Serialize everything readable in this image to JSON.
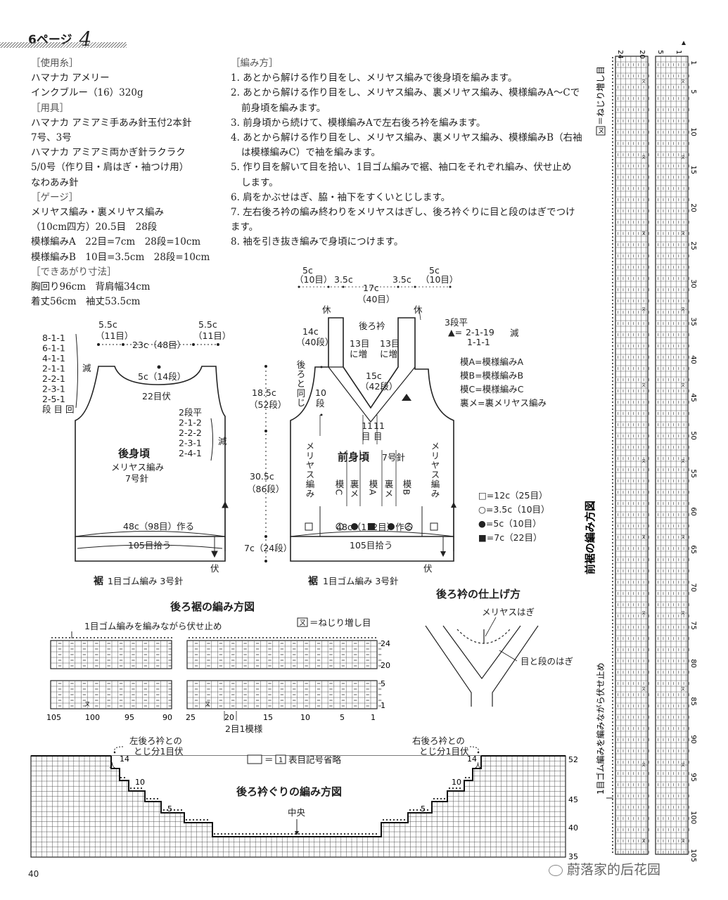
{
  "header": {
    "page_label": "6ページ",
    "pattern_no": "4"
  },
  "materials": {
    "yarn_title": "［使用糸］",
    "yarn": [
      "ハマナカ アメリー",
      "インクブルー（16）320g"
    ],
    "tools_title": "［用具］",
    "tools": [
      "ハマナカ アミアミ手あみ針玉付2本針",
      "7号、3号",
      "ハマナカ アミアミ両かぎ針ラクラク",
      "5/0号（作り目・肩はぎ・袖つけ用）",
      "なわあみ針"
    ],
    "gauge_title": "［ゲージ］",
    "gauge": [
      "メリヤス編み・裏メリヤス編み",
      "（10cm四方）20.5目　28段",
      "模様編みA　22目=7cm　28段=10cm",
      "模様編みB　10目=3.5cm　28段=10cm"
    ],
    "size_title": "［できあがり寸法］",
    "size": [
      "胸回り96cm　背肩幅34cm",
      "着丈56cm　袖丈53.5cm"
    ]
  },
  "instructions": {
    "title": "［編み方］",
    "steps": [
      {
        "n": "1.",
        "lines": [
          "あとから解ける作り目をし、メリヤス編みで後身頃を編みます。"
        ]
      },
      {
        "n": "2.",
        "lines": [
          "あとから解ける作り目をし、メリヤス編み、裏メリヤス編み、模様編みA～Cで",
          "前身頃を編みます。"
        ]
      },
      {
        "n": "3.",
        "lines": [
          "前身頃から続けて、模様編みAで左右後ろ衿を編みます。"
        ]
      },
      {
        "n": "4.",
        "lines": [
          "あとから解ける作り目をし、メリヤス編み、裏メリヤス編み、模様編みB（右袖",
          "は模様編みC）で袖を編みます。"
        ]
      },
      {
        "n": "5.",
        "lines": [
          "作り目を解いて目を拾い、1目ゴム編みで裾、袖口をそれぞれ編み、伏せ止め",
          "します。"
        ]
      },
      {
        "n": "6.",
        "lines": [
          "肩をかぶせはぎ、脇・袖下をすくいとじします。"
        ]
      },
      {
        "n": "7.",
        "lines": [
          "左右後ろ衿の編み終わりをメリヤスはぎし、後ろ衿ぐりに目と段のはぎでつけます。"
        ]
      },
      {
        "n": "8.",
        "lines": [
          "袖を引き抜き編みで身頃につけます。"
        ]
      }
    ]
  },
  "back_body": {
    "title": "後身頃",
    "stitch": "メリヤス編み",
    "needle": "7号針",
    "shoulder_l": "5.5c",
    "shoulder_l_st": "（11目）",
    "neck_w": "23c（48目）",
    "shoulder_r": "5.5c",
    "shoulder_r_st": "（11目）",
    "neck_depth": "5c（14段）",
    "neck_bind": "22目伏",
    "armhole_dec": [
      "8-1-1",
      "6-1-1",
      "4-1-1",
      "2-1-1",
      "2-2-1",
      "2-3-1",
      "2-5-1",
      "段 目 回"
    ],
    "armhole_dec_label": "減",
    "side_dec": [
      "2段平",
      "2-1-2",
      "2-2-2",
      "2-3-1",
      "2-4-1"
    ],
    "side_dec_label": "減",
    "cast_on": "48c（98目）作る",
    "pickup": "105目拾う",
    "bind": "伏",
    "hem_bold": "裾",
    "hem": "1目ゴム編み 3号針"
  },
  "heights": {
    "h1": "18.5c",
    "h1_rows": "（52段）",
    "h2": "30.5c",
    "h2_rows": "（86段）",
    "h3": "7c（24段）"
  },
  "front_body": {
    "title": "前身頃",
    "needle": "7号針",
    "top_l": "5c",
    "top_l_st": "（10目）",
    "gap_l": "3.5c",
    "center": "17c",
    "center_st": "（40目）",
    "gap_r": "3.5c",
    "top_r": "5c",
    "top_r_st": "（10目）",
    "bind_l": "休",
    "bind_r": "休",
    "collar": "後ろ衿",
    "collar_h": "14c",
    "collar_h_rows": "（40段）",
    "inc_l": [
      "13目",
      "に増"
    ],
    "inc_r": [
      "13目",
      "に増"
    ],
    "v_depth": "15c",
    "v_depth_rows": "（42段）",
    "same_back": "後ろと同じ",
    "rows10": [
      "10",
      "段"
    ],
    "mid": [
      "11",
      "目"
    ],
    "mid2": [
      "11",
      "目"
    ],
    "side_l": "メリヤス編み",
    "side_r": "メリヤス編み",
    "cols": [
      "模C",
      "裏メ",
      "模A",
      "裏メ",
      "模B"
    ],
    "cast_on": "48c（112目）作る",
    "pickup": "105目拾う",
    "bind": "伏",
    "hem_bold": "裾",
    "hem": "1目ゴム編み 3号針"
  },
  "dec_formula": {
    "label": "▲=",
    "lines": [
      "3段平",
      "2-1-19",
      "1-1-1"
    ],
    "suffix": "減"
  },
  "legend_abbrev": [
    "模A=模様編みA",
    "模B=模様編みB",
    "模C=模様編みC",
    "裏メ=裏メリヤス編み"
  ],
  "legend_marks": [
    "□=12c（25目）",
    "○=3.5c（10目）",
    "●=5c（10目）",
    "■=7c（22目）"
  ],
  "back_hem_chart": {
    "title": "後ろ裾の編み方図",
    "note": "1目ゴム編みを編みながら伏せ止め",
    "symbol": "＝ねじり増し目",
    "symbol_char": "ㄡ",
    "row_labels": [
      "24",
      "20",
      "5",
      "1"
    ],
    "col_labels": [
      "105",
      "100",
      "95",
      "90",
      "25",
      "20",
      "15",
      "10",
      "5",
      "1"
    ],
    "repeat": "2目1模様"
  },
  "collar_finish": {
    "title": "後ろ衿の仕上げ方",
    "l1": "メリヤスはぎ",
    "l2": "目と段のはぎ"
  },
  "neck_chart": {
    "title": "後ろ衿ぐりの編み方図",
    "left_note": [
      "左後ろ衿との",
      "とじ分1目伏"
    ],
    "right_note": [
      "右後ろ衿との",
      "とじ分1目伏"
    ],
    "center": "中央",
    "legend": "＝",
    "legend_tail": "表目記号省略",
    "legend_symbol": "1",
    "step_labels_l": [
      "14",
      "10",
      "5"
    ],
    "step_labels_r": [
      "14",
      "10",
      "5"
    ],
    "row_labels": [
      "52",
      "45",
      "40",
      "35"
    ]
  },
  "front_hem_chart": {
    "title": "前裾の編み方図",
    "note": "1目ゴム編みを編みながら伏せ止め",
    "symbol": "＝ねじり増し目",
    "symbol_char": "ㄡ",
    "top_labels": [
      "24",
      "20",
      "5",
      "1"
    ],
    "row_labels": [
      "1",
      "5",
      "10",
      "15",
      "20",
      "25",
      "30",
      "35",
      "40",
      "45",
      "50",
      "55",
      "60",
      "65",
      "70",
      "75",
      "80",
      "85",
      "90",
      "95",
      "100",
      "105"
    ]
  },
  "footer": {
    "page": "40",
    "watermark": "蔚落家的后花园"
  }
}
